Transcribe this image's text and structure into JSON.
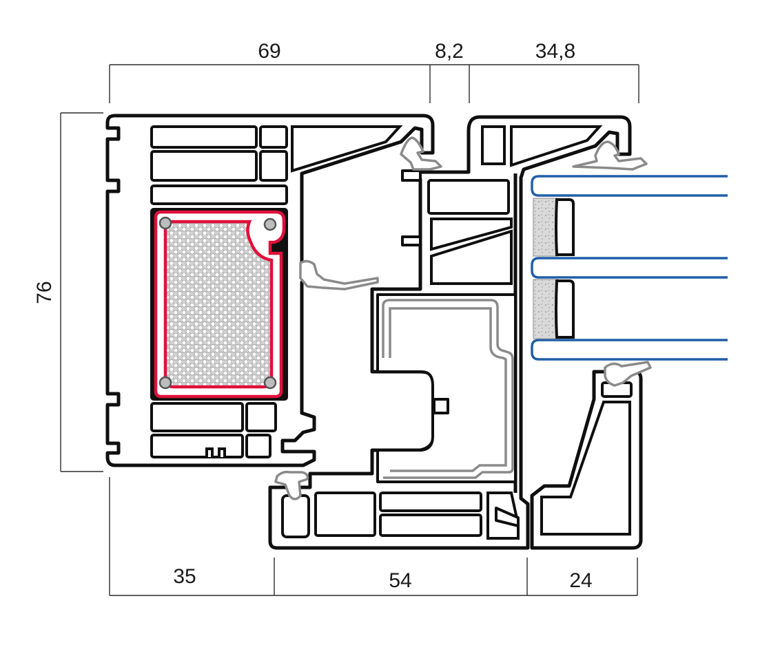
{
  "dimensions": {
    "top": [
      {
        "label": "69"
      },
      {
        "label": "8,2"
      },
      {
        "label": "34,8"
      }
    ],
    "bottom": [
      {
        "label": "35"
      },
      {
        "label": "54"
      },
      {
        "label": "24"
      }
    ],
    "left": [
      {
        "label": "76"
      }
    ]
  },
  "colors": {
    "profile_outline": "#0f0f0f",
    "thermal_insert": "#e0103a",
    "glazing": "#1f5fa8",
    "gasket": "#8a8a8a",
    "spacer": "#d6d6d6"
  }
}
